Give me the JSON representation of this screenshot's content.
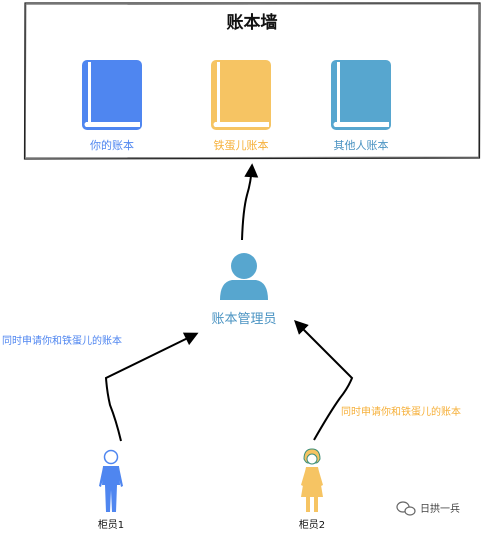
{
  "wall": {
    "title": "账本墙"
  },
  "books": [
    {
      "label": "你的账本",
      "color": "#4f86f0"
    },
    {
      "label": "铁蛋儿账本",
      "color": "#f6c463"
    },
    {
      "label": "其他人账本",
      "color": "#57a6cf"
    }
  ],
  "manager": {
    "label": "账本管理员",
    "color": "#57a6cf",
    "icon": "user-icon"
  },
  "requests": [
    {
      "text": "同时申请你和铁蛋儿的账本",
      "color": "#4f86f0"
    },
    {
      "text": "同时申请你和铁蛋儿的账本",
      "color": "#f6b03a"
    }
  ],
  "tellers": [
    {
      "label": "柜员1",
      "color": "#4f86f0",
      "icon": "male-teller-icon"
    },
    {
      "label": "柜员2",
      "color": "#f6c463",
      "icon": "female-teller-icon"
    }
  ],
  "watermark": {
    "text": "日拱一兵",
    "icon": "wechat-icon"
  }
}
